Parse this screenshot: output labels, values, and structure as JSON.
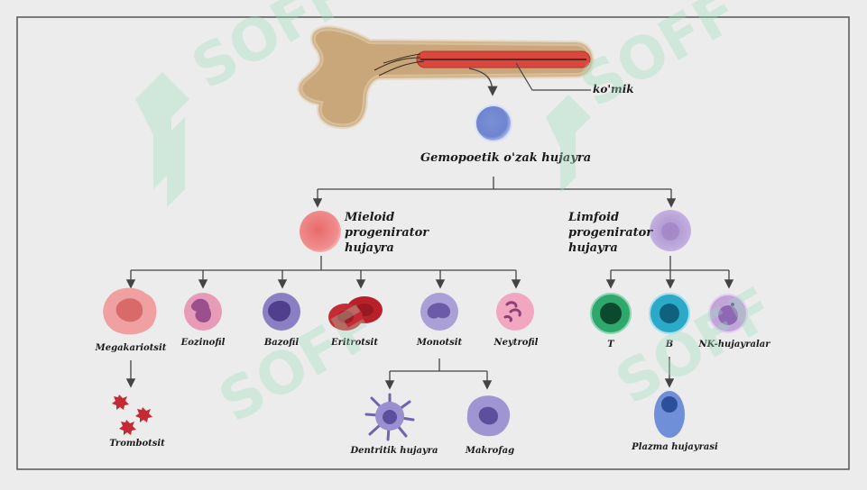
{
  "marrow_label": "ko'mik",
  "stem_cell_label": "Gemopoetik o'zak hujayra",
  "myeloid": {
    "title_lines": [
      "Mieloid",
      "progenirator",
      "hujayra"
    ],
    "children": [
      "Megakariotsit",
      "Eozinofil",
      "Bazofil",
      "Eritrotsit",
      "Monotsit",
      "Neytrofil"
    ]
  },
  "lymphoid": {
    "title_lines": [
      "Limfoid",
      "progenirator",
      "hujayra"
    ],
    "children": [
      "T",
      "B",
      "NK-hujayralar"
    ]
  },
  "derived": {
    "trombotsit": "Trombotsit",
    "dendritik": "Dentritik hujayra",
    "makrofag": "Makrofag",
    "plazma": "Plazma hujayrasi"
  },
  "watermark_text": "SOFF",
  "colors": {
    "background": "#ececec",
    "line": "#444444",
    "bone": "#c9a77b",
    "marrow": "#c0392b",
    "stem": "#7b8fd6",
    "myeloid": "#ef8080",
    "lymphoid": "#b9a3d6",
    "t_cell": "#2fa86b",
    "b_cell": "#2aa9c9",
    "watermark": "#b9ead0"
  }
}
